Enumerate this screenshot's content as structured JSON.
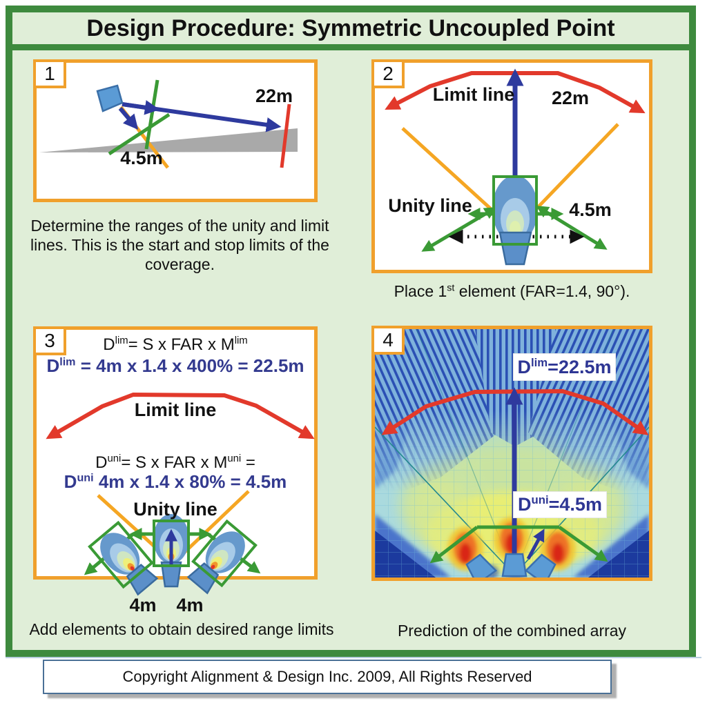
{
  "title": "Design Procedure: Symmetric Uncoupled Point",
  "colors": {
    "frame_green": "#3e8a3e",
    "background_green": "#e0eed8",
    "panel_border_orange": "#f0a02c",
    "limit_line_red": "#e2392b",
    "aim_arrow_blue": "#2e3a9e",
    "unity_arrow_green": "#3a9a35",
    "coverage_edge_orange": "#f5a623",
    "formula_blue": "#333a8f",
    "speaker_blue": "#5b9bd5"
  },
  "panels": {
    "p1": {
      "number": "1",
      "labels": {
        "range_22m": "22m",
        "range_45m": "4.5m"
      },
      "caption": "Determine the ranges of the unity and limit lines. This is the start and stop limits of the coverage."
    },
    "p2": {
      "number": "2",
      "labels": {
        "limit_line": "Limit line",
        "range_22m": "22m",
        "unity_line": "Unity line",
        "range_45m": "4.5m"
      },
      "caption": {
        "pre": "Place 1",
        "sup": "st",
        "post": " element (FAR=1.4, 90°)."
      }
    },
    "p3": {
      "number": "3",
      "formula_lim_general": {
        "a": "D",
        "s1": "lim",
        "b": "= S x FAR x M",
        "s2": "lim"
      },
      "formula_lim_values": {
        "a": "D",
        "s1": "lim",
        "b": " = 4m x 1.4 x 400% = 22.5m"
      },
      "formula_uni_general": {
        "a": "D",
        "s1": "uni",
        "b": "= S x FAR x M",
        "s2": "uni",
        "c": " ="
      },
      "formula_uni_values": {
        "a": "D",
        "s1": "uni",
        "b": " 4m x 1.4 x 80% = 4.5m"
      },
      "labels": {
        "limit_line": "Limit line",
        "unity_line": "Unity line",
        "spacing_left": "4m",
        "spacing_right": "4m"
      },
      "caption": "Add elements to obtain desired range limits"
    },
    "p4": {
      "number": "4",
      "labels": {
        "dlim": {
          "a": "D",
          "s": "lim",
          "b": "=22.5m"
        },
        "duni": {
          "a": "D",
          "s": "uni",
          "b": "=4.5m"
        }
      },
      "caption": "Prediction of the combined array"
    }
  },
  "footer": {
    "copyright": "Copyright Alignment & Design Inc. 2009, All Rights Reserved"
  }
}
